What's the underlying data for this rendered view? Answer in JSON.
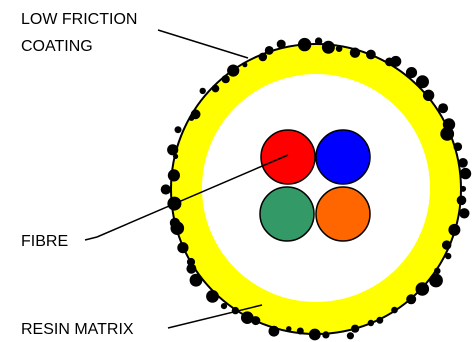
{
  "labels": {
    "coating_line1": "LOW FRICTION",
    "coating_line2": "COATING",
    "fibre": "FIBRE",
    "resin": "RESIN MATRIX"
  },
  "colors": {
    "coating_yellow": "#ffff00",
    "inner_white": "#ffffff",
    "outline": "#000000",
    "particle": "#000000",
    "fibre_red": "#ff0000",
    "fibre_blue": "#0000ff",
    "fibre_green": "#339966",
    "fibre_orange": "#ff6600"
  }
}
